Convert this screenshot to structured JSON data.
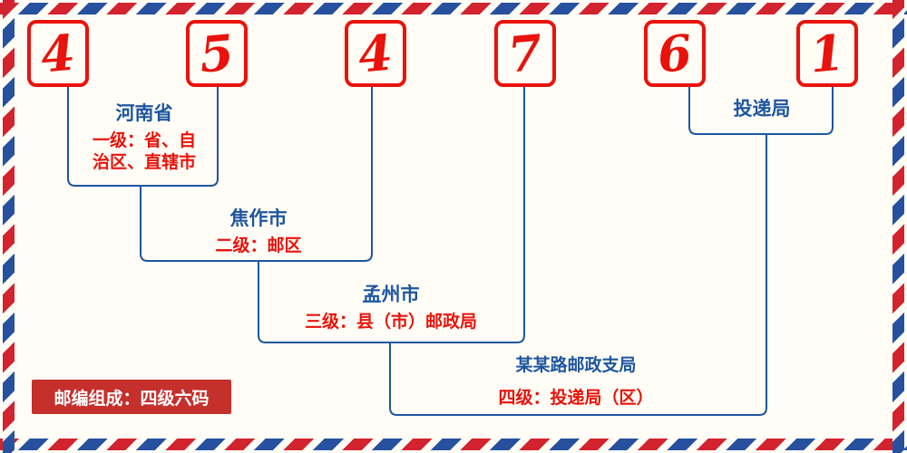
{
  "postal_code": {
    "digits": [
      "4",
      "5",
      "4",
      "7",
      "6",
      "1"
    ]
  },
  "labels": {
    "level1": {
      "name": "河南省",
      "desc_line1": "一级：省、自",
      "desc_line2": "治区、直辖市"
    },
    "level2": {
      "name": "焦作市",
      "desc": "二级：邮区"
    },
    "level3": {
      "name": "孟州市",
      "desc": "三级：县（市）邮政局"
    },
    "level4": {
      "name": "某某路邮政支局",
      "desc": "四级：投递局（区）"
    },
    "delivery": {
      "name": "投递局"
    }
  },
  "footer": {
    "composition": "邮编组成：四级六码"
  },
  "colors": {
    "digit_red": "#e8130c",
    "line_blue": "#1e56a0",
    "stripe_red": "#d2232f",
    "stripe_blue": "#27519f",
    "badge_red": "#c5302c",
    "background": "#fffdf5"
  }
}
